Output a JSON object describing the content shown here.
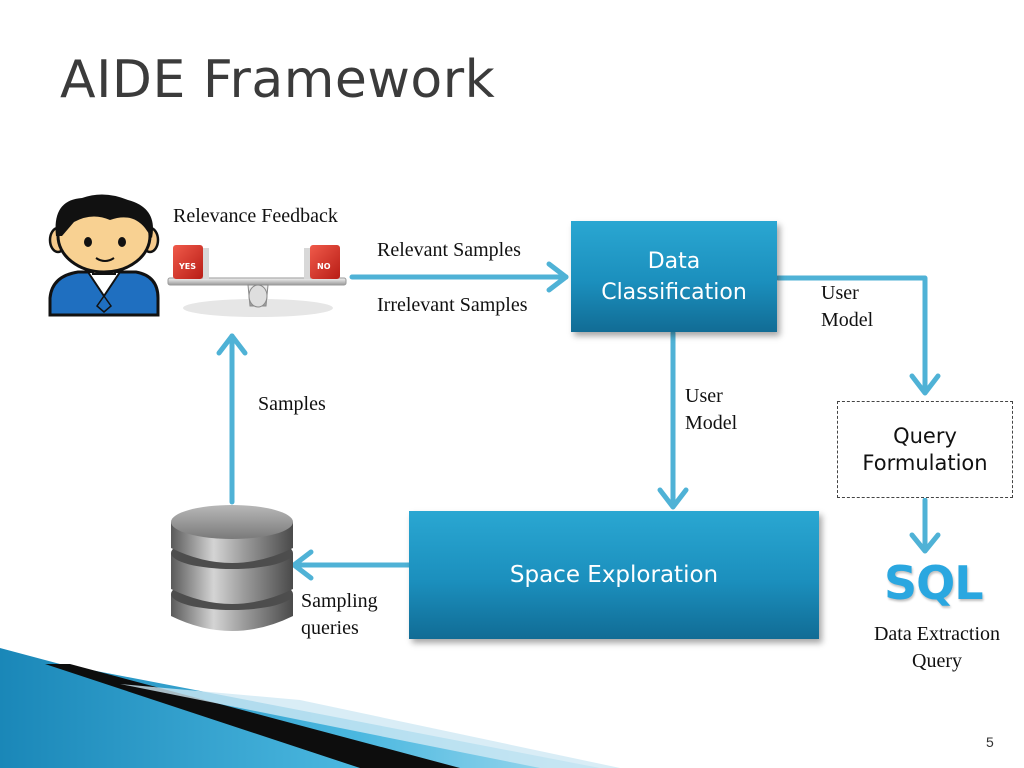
{
  "slide": {
    "title": "AIDE Framework",
    "page_number": "5"
  },
  "labels": {
    "relevance_feedback": "Relevance Feedback",
    "relevant_samples": "Relevant Samples",
    "irrelevant_samples": "Irrelevant Samples",
    "user_model_right": [
      "User",
      "Model"
    ],
    "user_model_middle": [
      "User",
      "Model"
    ],
    "samples": "Samples",
    "sampling_queries": [
      "Sampling",
      "queries"
    ],
    "data_extraction_query": [
      "Data Extraction",
      "Query"
    ]
  },
  "boxes": {
    "data_classification": [
      "Data",
      "Classification"
    ],
    "space_exploration": "Space Exploration",
    "query_formulation": [
      "Query",
      "Formulation"
    ]
  },
  "icons": {
    "sql_logo": "SQL",
    "scale_yes": "YES",
    "scale_no": "NO",
    "user": "user-icon",
    "database": "database-icon",
    "scale": "balance-scale-icon"
  },
  "colors": {
    "box_blue": "#1b8fbd",
    "arrow_blue": "#4fb2d6",
    "sql_blue": "#2aa7e0"
  }
}
